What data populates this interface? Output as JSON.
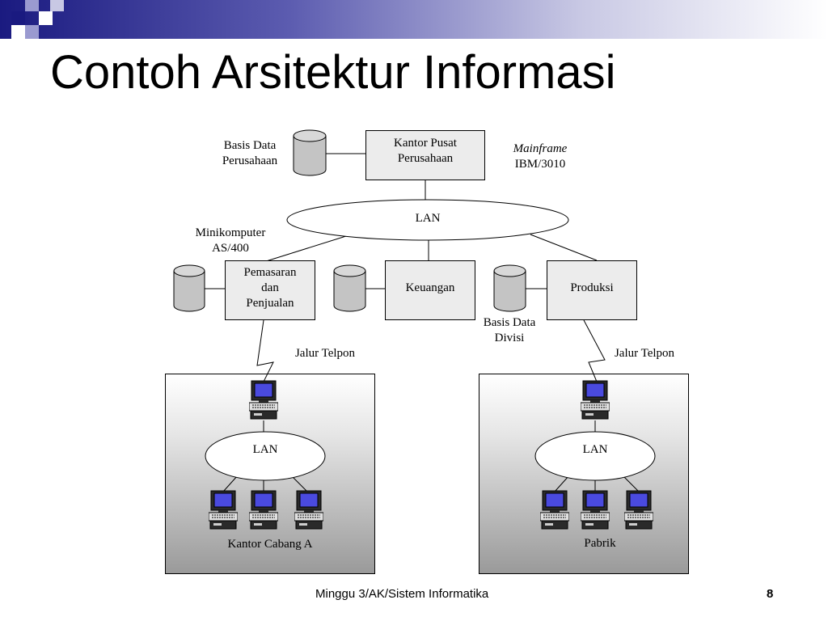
{
  "slide": {
    "title": "Contoh Arsitektur Informasi",
    "footer": "Minggu 3/AK/Sistem Informatika",
    "page_number": "8"
  },
  "diagram": {
    "hq_box": "Kantor Pusat\nPerusahaan",
    "db_corporate_label": "Basis Data\nPerusahaan",
    "mainframe_label_1": "Mainframe",
    "mainframe_label_2": "IBM/3010",
    "lan_main": "LAN",
    "minicomputer_label": "Minikomputer\nAS/400",
    "box_marketing": "Pemasaran\ndan\nPenjualan",
    "box_finance": "Keuangan",
    "box_production": "Produksi",
    "db_division_label": "Basis Data\nDivisi",
    "phone_line_left": "Jalur Telpon",
    "phone_line_right": "Jalur Telpon",
    "branch_lan": "LAN",
    "factory_lan": "LAN",
    "branch_label": "Kantor Cabang A",
    "factory_label": "Pabrik"
  },
  "colors": {
    "header_dark": "#1a1a80",
    "square_dark": "#1a1a80",
    "square_light": "#9a9ad0",
    "screen_blue": "#4a4adf",
    "box_fill": "#ececec",
    "cylinder_fill": "#c4c4c4"
  }
}
